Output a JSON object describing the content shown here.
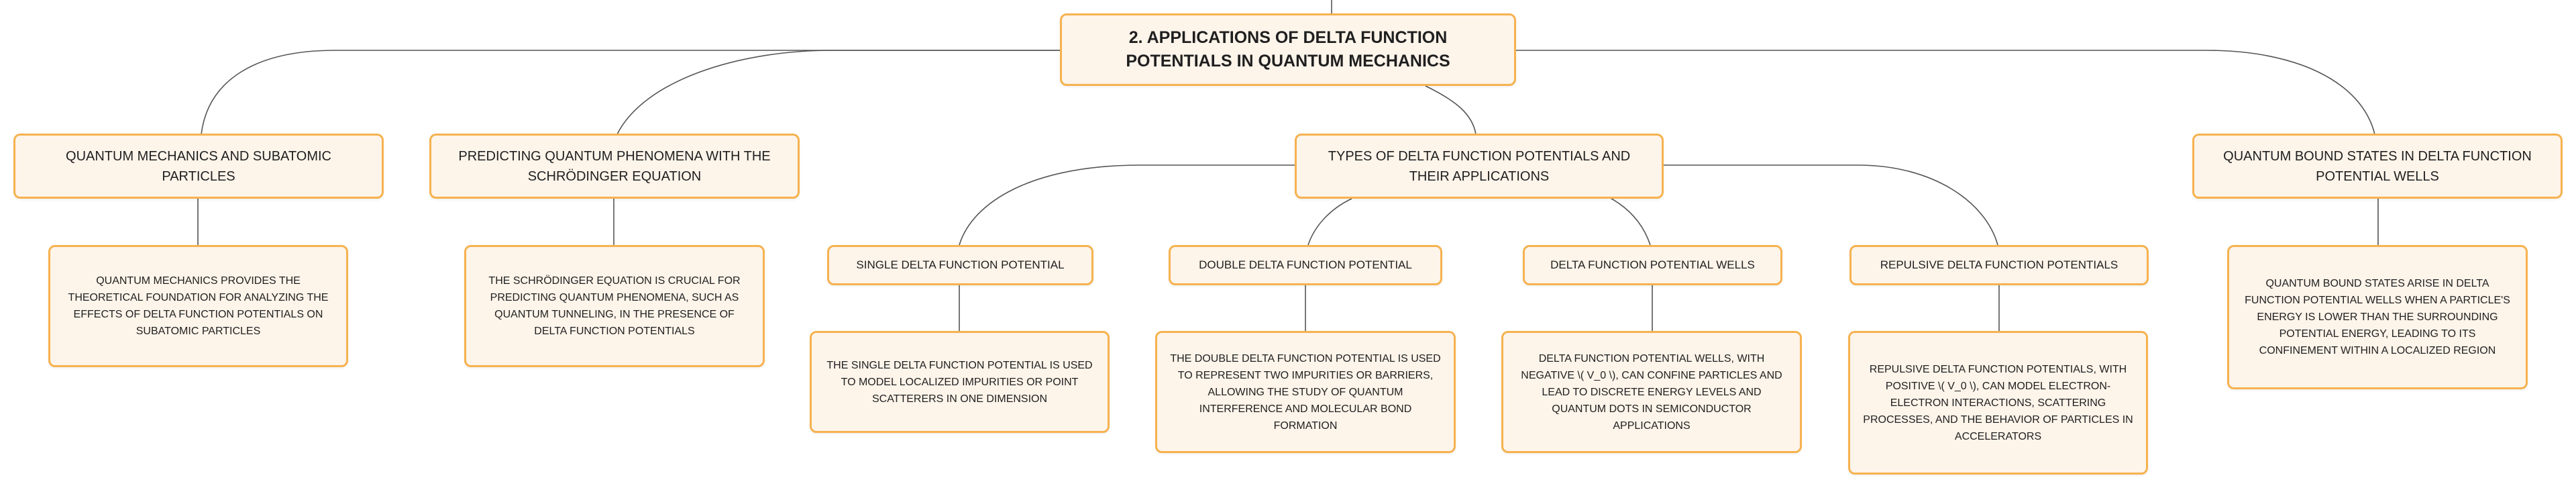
{
  "root": {
    "label": "2. APPLICATIONS OF DELTA FUNCTION POTENTIALS IN QUANTUM MECHANICS"
  },
  "branches": [
    {
      "label": "QUANTUM MECHANICS AND SUBATOMIC PARTICLES",
      "detail": "QUANTUM MECHANICS PROVIDES THE THEORETICAL FOUNDATION FOR ANALYZING THE EFFECTS OF DELTA FUNCTION POTENTIALS ON SUBATOMIC PARTICLES"
    },
    {
      "label": "PREDICTING QUANTUM PHENOMENA WITH THE SCHRÖDINGER EQUATION",
      "detail": "THE SCHRÖDINGER EQUATION IS CRUCIAL FOR PREDICTING QUANTUM PHENOMENA, SUCH AS QUANTUM TUNNELING, IN THE PRESENCE OF DELTA FUNCTION POTENTIALS"
    },
    {
      "label": "TYPES OF DELTA FUNCTION POTENTIALS AND THEIR APPLICATIONS",
      "children": [
        {
          "label": "SINGLE DELTA FUNCTION POTENTIAL",
          "detail": "THE SINGLE DELTA FUNCTION POTENTIAL IS USED TO MODEL LOCALIZED IMPURITIES OR POINT SCATTERERS IN ONE DIMENSION"
        },
        {
          "label": "DOUBLE DELTA FUNCTION POTENTIAL",
          "detail": "THE DOUBLE DELTA FUNCTION POTENTIAL IS USED TO REPRESENT TWO IMPURITIES OR BARRIERS, ALLOWING THE STUDY OF QUANTUM INTERFERENCE AND MOLECULAR BOND FORMATION"
        },
        {
          "label": "DELTA FUNCTION POTENTIAL WELLS",
          "detail": "DELTA FUNCTION POTENTIAL WELLS, WITH NEGATIVE \\( V_0 \\), CAN CONFINE PARTICLES AND LEAD TO DISCRETE ENERGY LEVELS AND QUANTUM DOTS IN SEMICONDUCTOR APPLICATIONS"
        },
        {
          "label": "REPULSIVE DELTA FUNCTION POTENTIALS",
          "detail": "REPULSIVE DELTA FUNCTION POTENTIALS, WITH POSITIVE \\( V_0 \\), CAN MODEL ELECTRON-ELECTRON INTERACTIONS, SCATTERING PROCESSES, AND THE BEHAVIOR OF PARTICLES IN ACCELERATORS"
        }
      ]
    },
    {
      "label": "QUANTUM BOUND STATES IN DELTA FUNCTION POTENTIAL WELLS",
      "detail": "QUANTUM BOUND STATES ARISE IN DELTA FUNCTION POTENTIAL WELLS WHEN A PARTICLE'S ENERGY IS LOWER THAN THE SURROUNDING POTENTIAL ENERGY, LEADING TO ITS CONFINEMENT WITHIN A LOCALIZED REGION"
    }
  ],
  "colors": {
    "node_fill": "#fdf4ea",
    "node_border": "#f6b24f",
    "connector": "#555555",
    "text": "#1f1f1f"
  }
}
